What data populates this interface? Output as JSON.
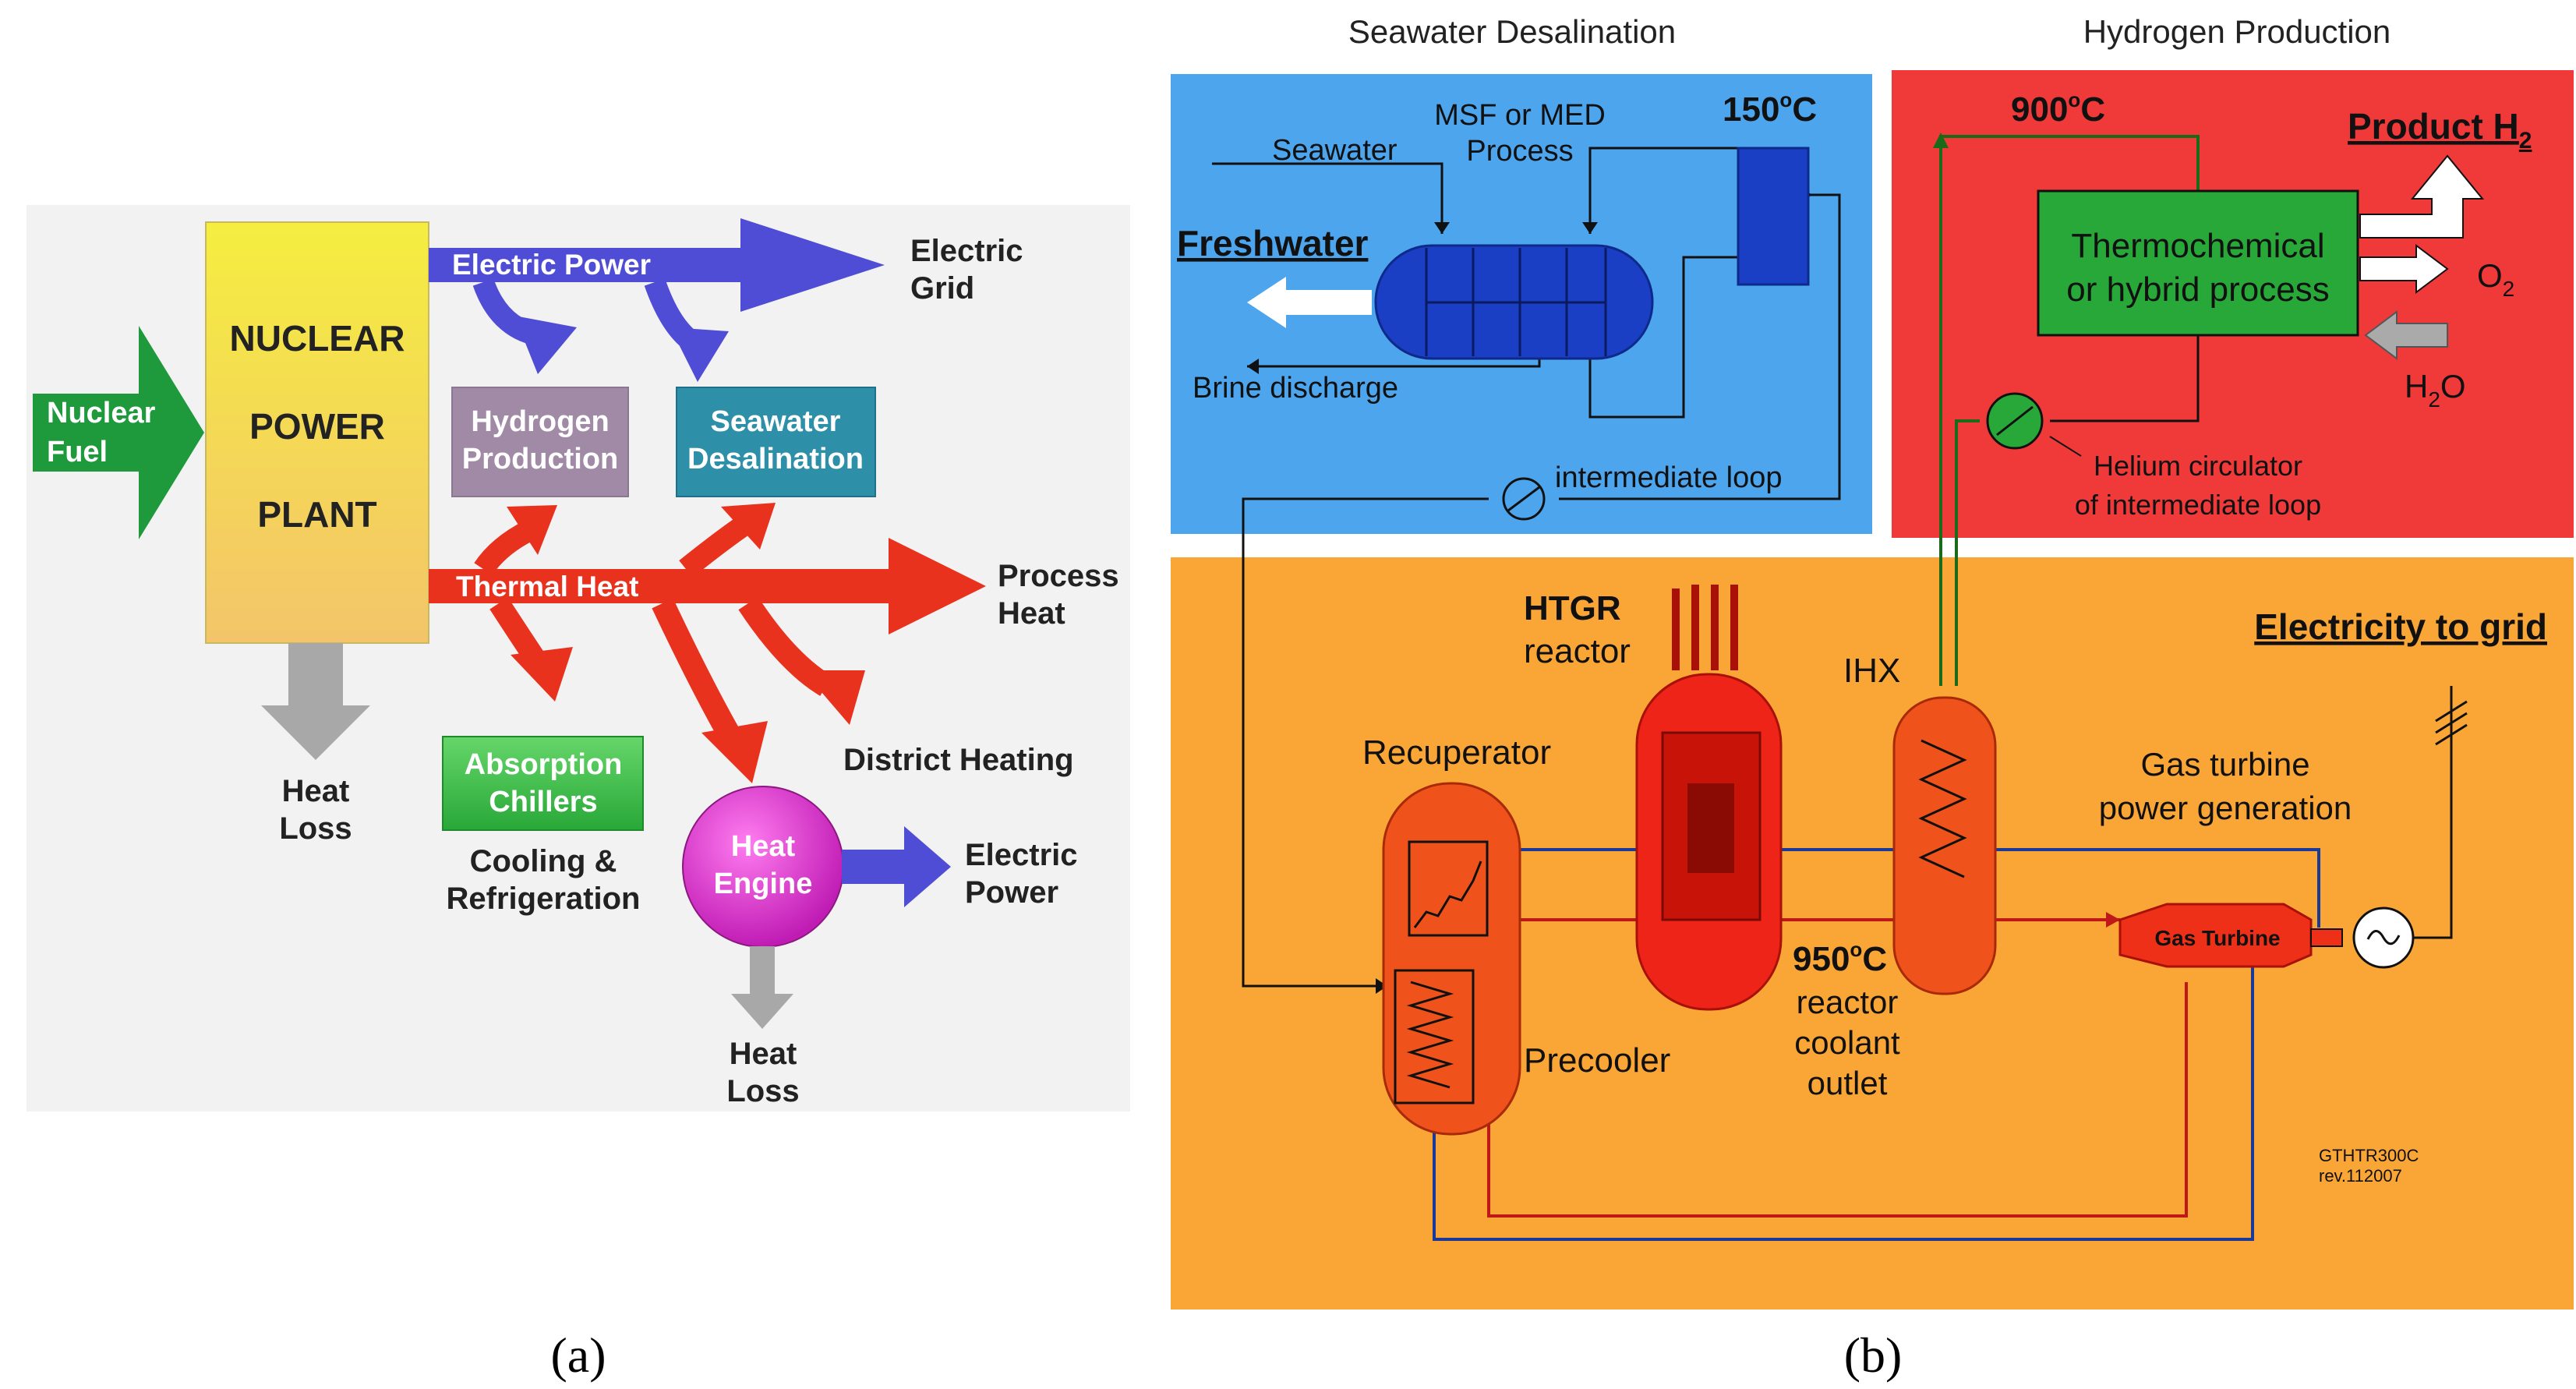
{
  "panel_a": {
    "caption": "(a)",
    "nuclear_fuel": [
      "Nuclear",
      "Fuel"
    ],
    "plant": [
      "NUCLEAR",
      "POWER",
      "PLANT"
    ],
    "electric_power_arrow": "Electric Power",
    "electric_grid": [
      "Electric",
      "Grid"
    ],
    "hydrogen_production": [
      "Hydrogen",
      "Production"
    ],
    "seawater_desalination": [
      "Seawater",
      "Desalination"
    ],
    "thermal_heat_arrow": "Thermal Heat",
    "process_heat": [
      "Process",
      "Heat"
    ],
    "heat_loss_1": [
      "Heat",
      "Loss"
    ],
    "absorption_chillers": [
      "Absorption",
      "Chillers"
    ],
    "cooling": [
      "Cooling &",
      "Refrigeration"
    ],
    "district_heating": "District Heating",
    "heat_engine": [
      "Heat",
      "Engine"
    ],
    "electric_power_out": [
      "Electric",
      "Power"
    ],
    "heat_loss_2": [
      "Heat",
      "Loss"
    ]
  },
  "panel_b": {
    "caption": "(b)",
    "desal_title": "Seawater Desalination",
    "hydrogen_title": "Hydrogen Production",
    "seawater": "Seawater",
    "msf_med": [
      "MSF or MED",
      "Process"
    ],
    "temp_150": "150",
    "temp_150_sup": "o",
    "temp_150_unit": "C",
    "freshwater": "Freshwater",
    "brine": "Brine discharge",
    "intermediate_loop": "intermediate loop",
    "temp_900": "900",
    "temp_900_sup": "o",
    "temp_900_unit": "C",
    "product_h2": "Product H",
    "product_h2_sub": "2",
    "thermochemical": [
      "Thermochemical",
      "or hybrid process"
    ],
    "o2": "O",
    "o2_sub": "2",
    "h2o": [
      "H",
      "2",
      "O"
    ],
    "helium_circulator": [
      "Helium circulator",
      "of intermediate loop"
    ],
    "htgr": "HTGR",
    "reactor": "reactor",
    "ihx": "IHX",
    "electricity_to_grid": "Electricity to grid",
    "recuperator": "Recuperator",
    "gas_turbine_power": [
      "Gas turbine",
      "power generation"
    ],
    "gas_turbine": "Gas Turbine",
    "temp_950": "950",
    "temp_950_sup": "o",
    "temp_950_unit": "C",
    "coolant": [
      "reactor",
      "coolant",
      "outlet"
    ],
    "precooler": "Precooler",
    "code": [
      "GTHTR300C",
      "rev.112007"
    ]
  }
}
